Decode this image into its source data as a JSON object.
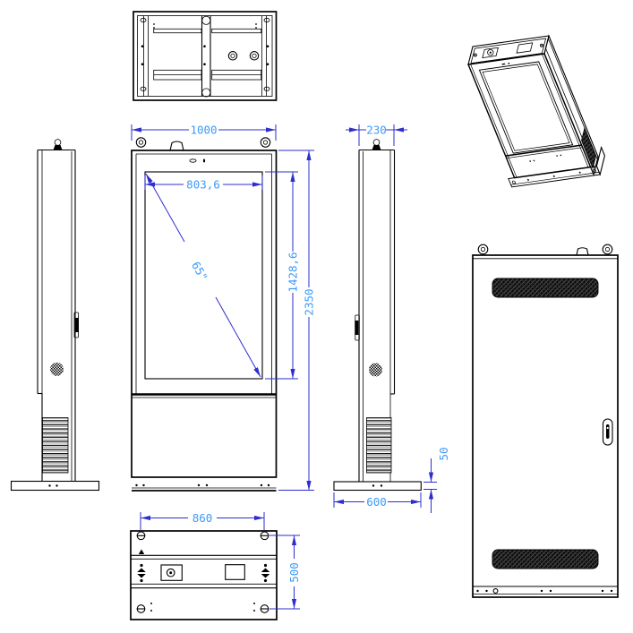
{
  "drawing": {
    "colors": {
      "outline": "#000000",
      "dimension_line": "#2e2ecf",
      "dimension_text": "#3d9af5",
      "vent_fill": "#0d0d0d",
      "background": "#ffffff"
    },
    "dimensions": {
      "overall_width": "1000",
      "screen_width": "803,6",
      "screen_height": "1428,6",
      "overall_height": "2350",
      "screen_diagonal": "65\"",
      "cabinet_depth": "230",
      "base_plate_height": "50",
      "base_depth": "600",
      "base_bolt_spacing_width": "860",
      "base_bolt_spacing_depth": "500"
    }
  }
}
